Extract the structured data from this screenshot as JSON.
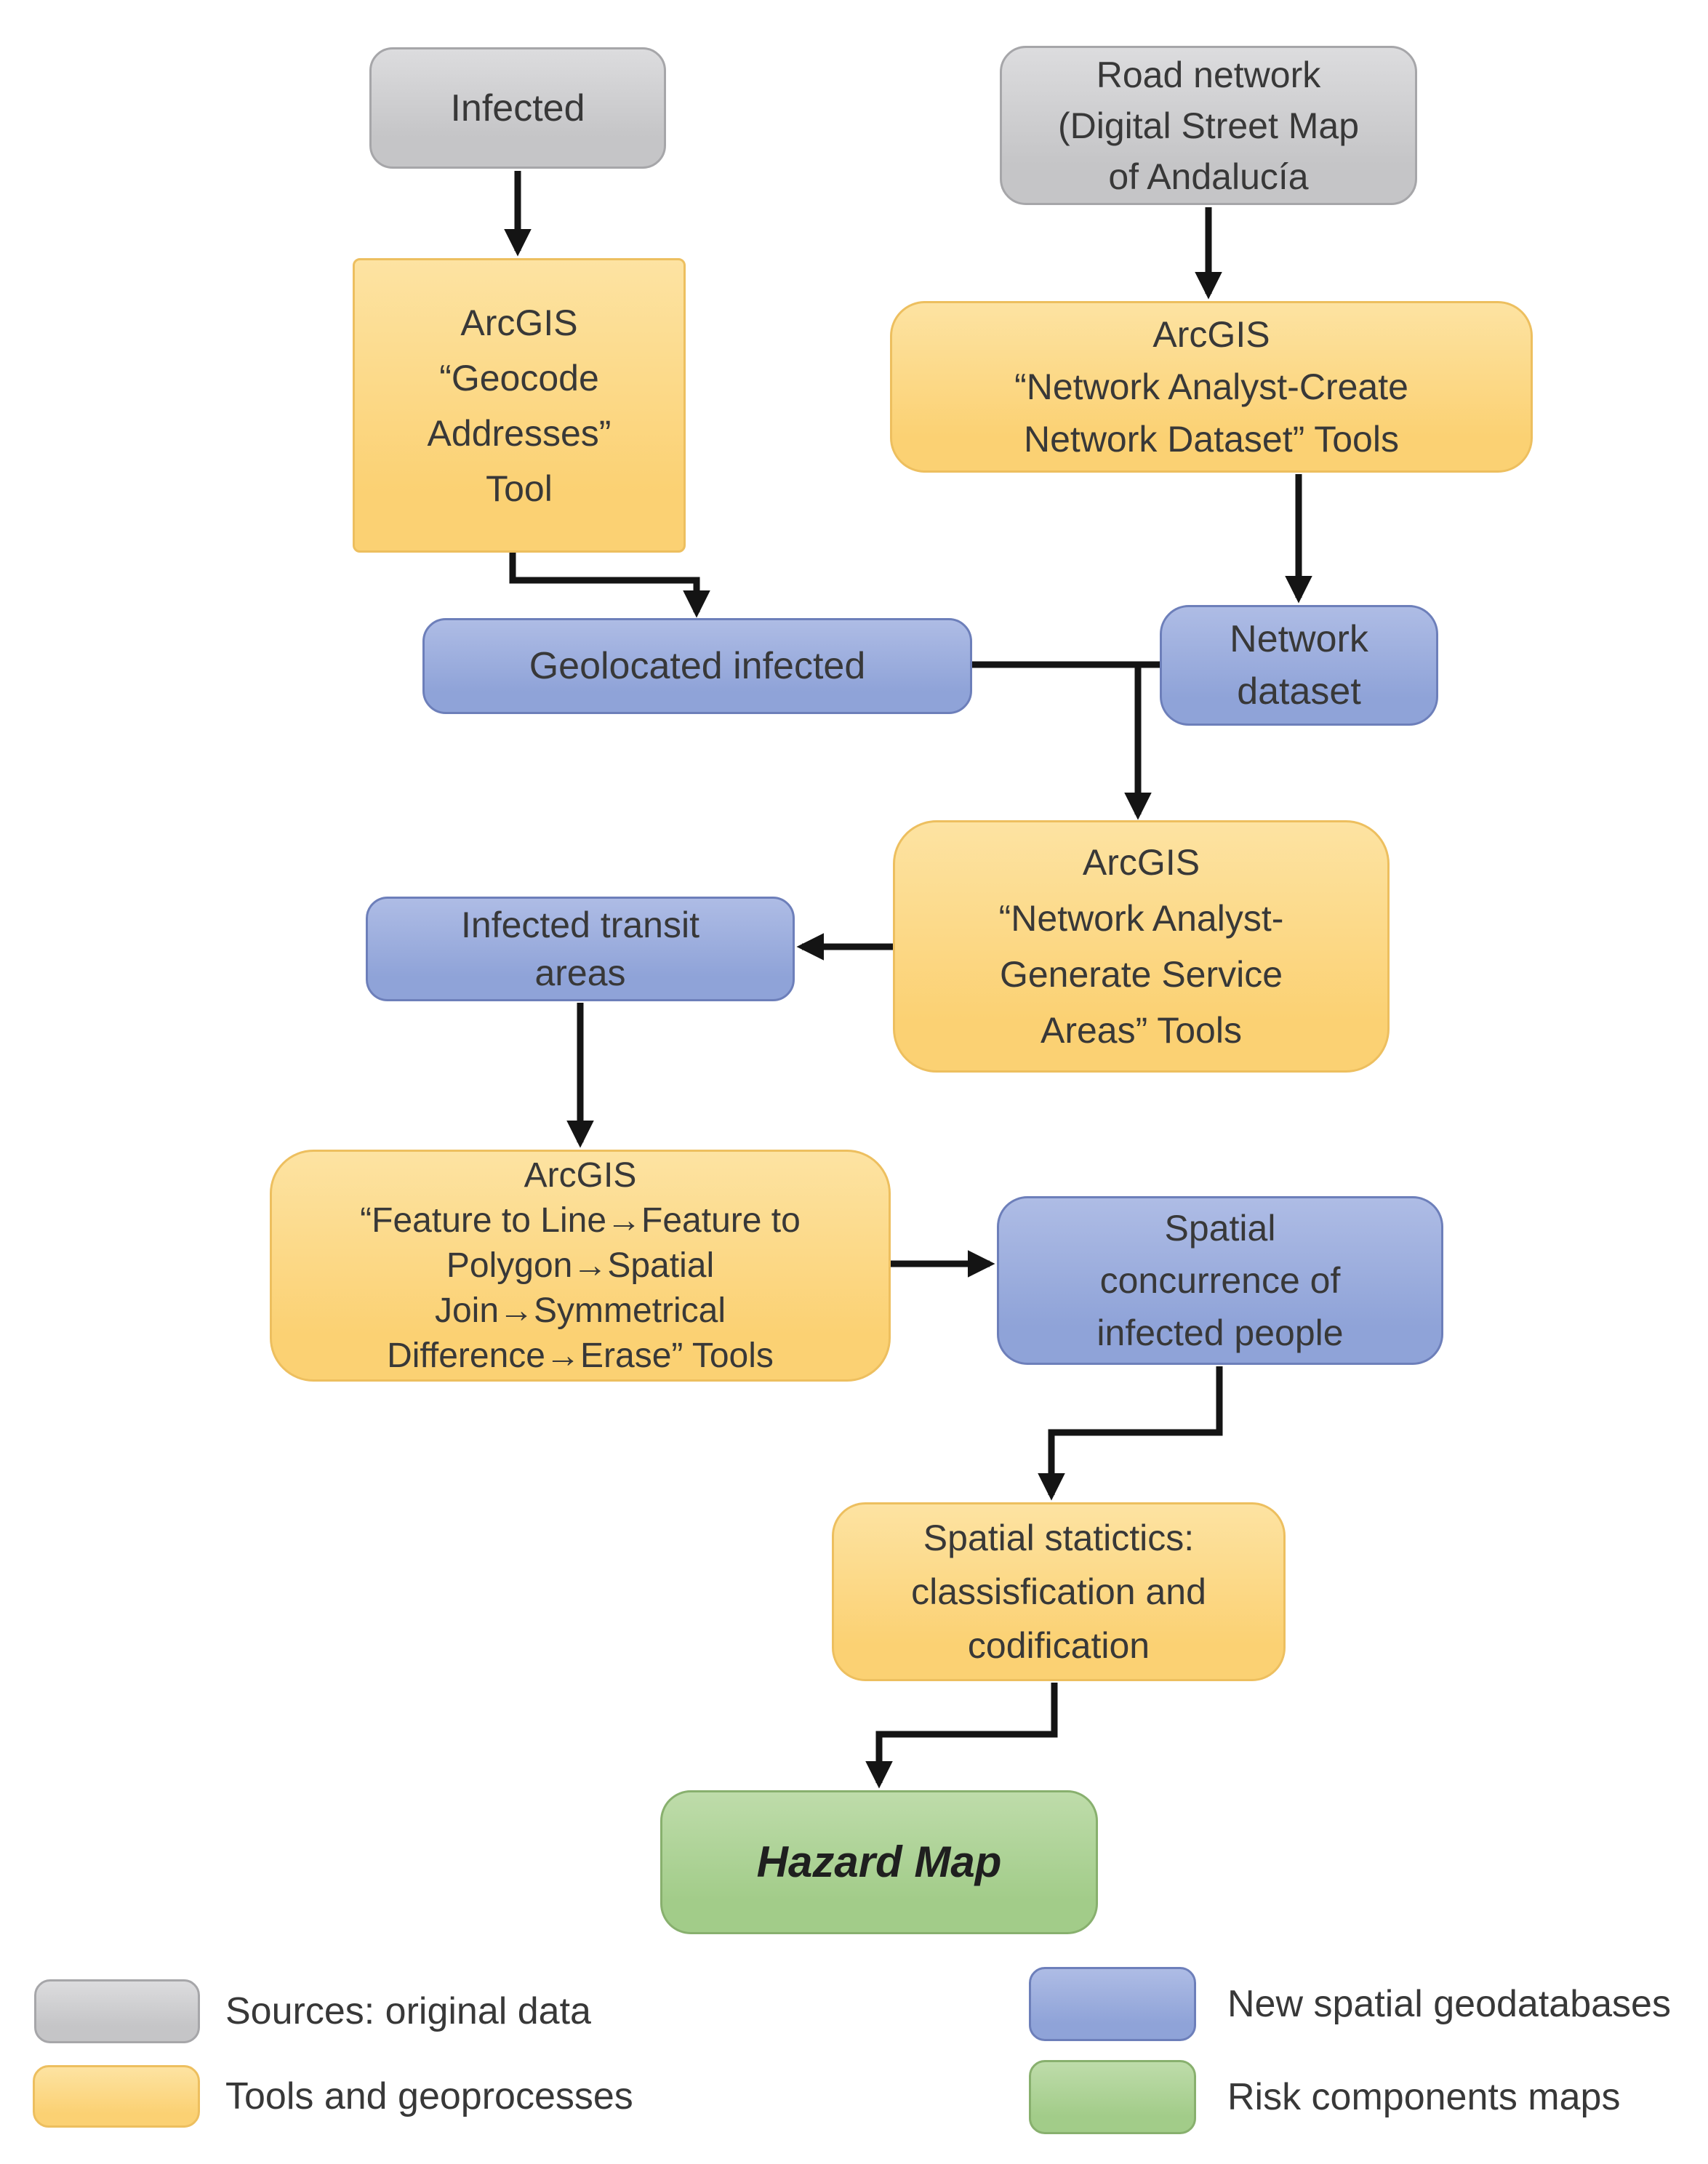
{
  "nodes": [
    {
      "id": "infected",
      "type": "source",
      "label": "Infected"
    },
    {
      "id": "road-network",
      "type": "source",
      "label": "Road network\n(Digital Street Map\nof Andalucía"
    },
    {
      "id": "geocode-tool",
      "type": "tool",
      "label": "ArcGIS\n“Geocode\nAddresses”\nTool"
    },
    {
      "id": "create-network-dataset-tool",
      "type": "tool",
      "label": "ArcGIS\n“Network Analyst-Create\nNetwork Dataset” Tools"
    },
    {
      "id": "geolocated-infected",
      "type": "geodatabase",
      "label": "Geolocated infected"
    },
    {
      "id": "network-dataset",
      "type": "geodatabase",
      "label": "Network\ndataset"
    },
    {
      "id": "generate-service-areas-tool",
      "type": "tool",
      "label": "ArcGIS\n“Network Analyst-\nGenerate Service\nAreas” Tools"
    },
    {
      "id": "infected-transit-areas",
      "type": "geodatabase",
      "label": "Infected transit\nareas"
    },
    {
      "id": "feature-tools",
      "type": "tool",
      "label": "ArcGIS\n“Feature to Line→Feature to\nPolygon→Spatial\nJoin→Symmetrical\nDifference→Erase” Tools"
    },
    {
      "id": "spatial-concurrence",
      "type": "geodatabase",
      "label": "Spatial\nconcurrence of\ninfected people"
    },
    {
      "id": "spatial-statistics",
      "type": "tool",
      "label": "Spatial statictics:\nclassisfication and\ncodification"
    },
    {
      "id": "hazard-map",
      "type": "output",
      "label": "Hazard Map"
    }
  ],
  "legend": [
    {
      "type": "source",
      "label": "Sources: original data"
    },
    {
      "type": "tool",
      "label": "Tools and geoprocesses"
    },
    {
      "type": "geodatabase",
      "label": "New spatial geodatabases"
    },
    {
      "type": "output",
      "label": "Risk components maps"
    }
  ],
  "palette": {
    "background": "#ffffff",
    "source_fill_top": "#dcdcde",
    "source_fill": "#c5c5c7",
    "source_border": "#a6a6a9",
    "tool_fill_top": "#fde3a2",
    "tool_fill": "#fbd173",
    "tool_border": "#edbf5f",
    "geodatabase_fill_top": "#aebce5",
    "geodatabase_fill": "#8fa3d8",
    "geodatabase_border": "#6d7fba",
    "output_fill_top": "#bedcaa",
    "output_fill": "#a2cc89",
    "output_border": "#88b06e",
    "arrow": "#141414",
    "text": "#383838",
    "hazard_text": "#1f1f1f"
  }
}
